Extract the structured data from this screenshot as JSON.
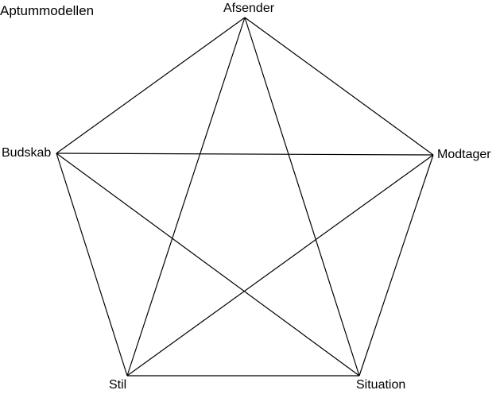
{
  "title": "Aptummodellen",
  "nodes": {
    "afsender": "Afsender",
    "budskab": "Budskab",
    "modtager": "Modtager",
    "stil": "Stil",
    "situation": "Situation"
  },
  "edges": [
    [
      "afsender",
      "budskab"
    ],
    [
      "afsender",
      "modtager"
    ],
    [
      "afsender",
      "stil"
    ],
    [
      "afsender",
      "situation"
    ],
    [
      "budskab",
      "modtager"
    ],
    [
      "budskab",
      "stil"
    ],
    [
      "budskab",
      "situation"
    ],
    [
      "modtager",
      "stil"
    ],
    [
      "modtager",
      "situation"
    ],
    [
      "stil",
      "situation"
    ]
  ],
  "line_color": "#000000"
}
